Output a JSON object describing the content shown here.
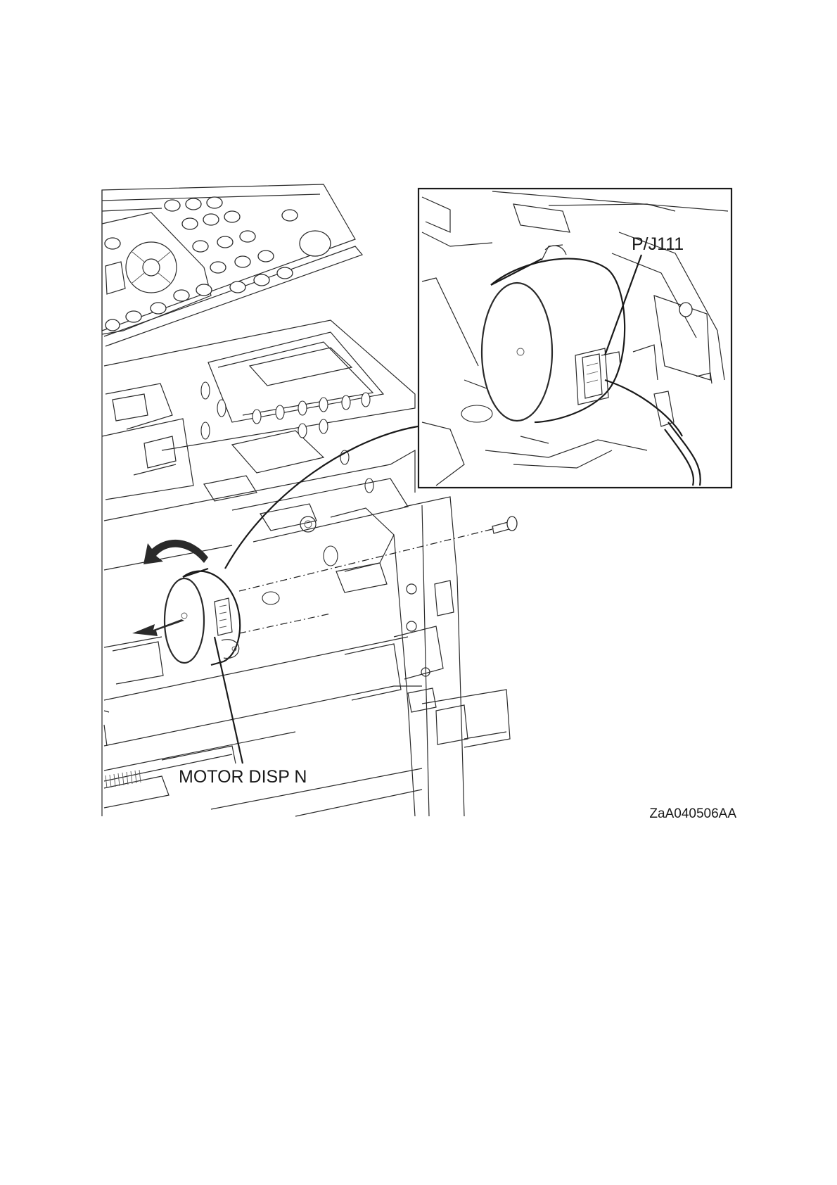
{
  "figure": {
    "labels": {
      "connector": "P/J111",
      "motor": "MOTOR DISP N",
      "figure_code": "ZaA040506AA"
    }
  }
}
